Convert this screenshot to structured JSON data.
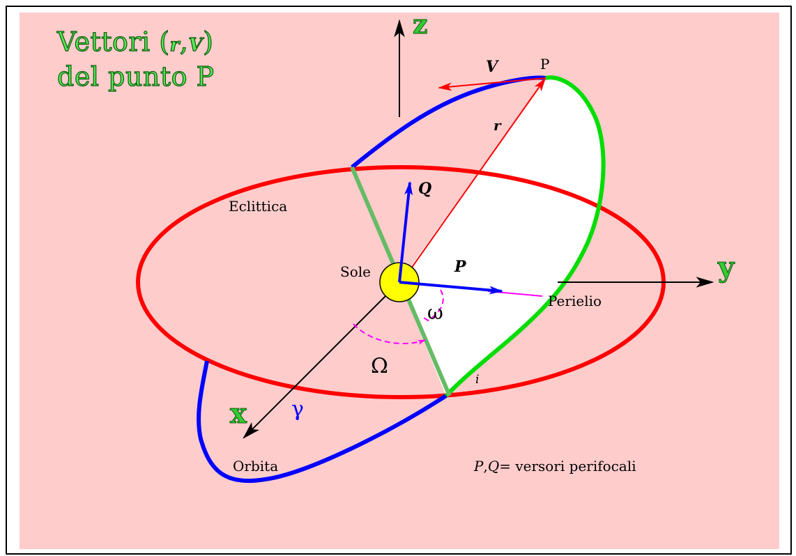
{
  "title": {
    "line1_prefix": "Vettori (",
    "r": "r",
    "comma": ",",
    "v": "V",
    "line1_suffix": ")",
    "line2": "del punto P"
  },
  "labels": {
    "point": "P",
    "v_vector": "V",
    "r_vector": "r",
    "q_vector": "Q",
    "p_vector": "P",
    "sun": "Sole",
    "ecliptic": "Eclittica",
    "perihelion": "Perielio",
    "omega_small": "ω",
    "omega_big": "Ω",
    "inclination": "i",
    "gamma": "γ",
    "orbit": "Orbita",
    "axis_x": "x",
    "axis_y": "y",
    "axis_z": "z",
    "footnote_p": "P",
    "footnote_q": "Q",
    "footnote_text": "= versori perifocali"
  },
  "colors": {
    "background": "#ffcccc",
    "ecliptic": "#ff0000",
    "orbit": "#0000ff",
    "orbit_upper": "#00dd00",
    "node_line": "#66bb66",
    "sun": "#ffff00",
    "angle_arcs": "#ff00ff",
    "title_fill": "#55e855"
  }
}
